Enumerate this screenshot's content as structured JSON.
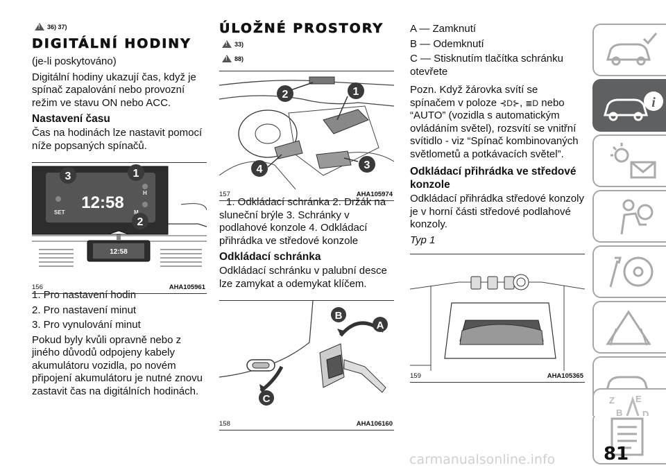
{
  "col1": {
    "refs": "36) 37)",
    "title": "DIGITÁLNÍ HODINY",
    "p1": "(je-li poskytováno)",
    "p2": "Digitální hodiny ukazují čas, když je spínač zapalování nebo provozní režim ve stavu ON nebo ACC.",
    "h_nastaveni": "Nastavení času",
    "p3": "Čas na hodinách lze nastavit pomocí níže popsaných spínačů.",
    "fig": {
      "num": "156",
      "code": "AHA105961",
      "clock_time": "12:58",
      "clock_time_small": "12:58",
      "label_set": "SET",
      "label_h": "H",
      "label_m": "M",
      "callout1": "1",
      "callout2": "2",
      "callout3": "3"
    },
    "items": [
      "1. Pro nastavení hodin",
      "2. Pro nastavení minut",
      "3. Pro vynulování minut"
    ],
    "p4": "Pokud byly kvůli opravně nebo z jiného důvodů odpojeny kabely akumulátoru vozidla, po novém připojení akumulátoru je nutné znovu zastavit čas na digitálních hodinách."
  },
  "col2": {
    "title": "ÚLOŽNÉ PROSTORY",
    "ref1": "33)",
    "ref2": "88)",
    "fig1": {
      "num": "157",
      "code": "AHA105974",
      "callouts": [
        "1",
        "2",
        "3",
        "4"
      ]
    },
    "caption_text": "1. Odkládací schránka 2. Držák na sluneční brýle 3. Schránky v podlahové konzole 4. Odkládací přihrádka ve středové konzole",
    "h_odkladaci": "Odkládací schránka",
    "p_odkladaci": "Odkládací schránku v palubní desce lze zamykat a odemykat klíčem.",
    "fig2": {
      "num": "158",
      "code": "AHA106160",
      "callouts": [
        "A",
        "B",
        "C"
      ]
    }
  },
  "col3": {
    "items": [
      "A — Zamknutí",
      "B — Odemknutí",
      "C — Stisknutím tlačítka schránku otevřete"
    ],
    "note_a": "Pozn. Když žárovka svítí se spínačem v poloze",
    "note_b": ",",
    "note_c": "nebo “AUTO” (vozidla s automatickým ovládáním světel), rozsvítí se vnitřní svítidlo - viz “Spínač kombinovaných světlometů a potkávacích světel”.",
    "h_prihradka": "Odkládací přihrádka ve středové konzole",
    "p_prihradka": "Odkládací přihrádka středové konzoly je v horní části středové podlahové konzoly.",
    "typ": "Typ 1",
    "fig": {
      "num": "159",
      "code": "AHA105365"
    }
  },
  "page_number": "81",
  "watermark": "carmanualsonline.info",
  "sidebar_icons": [
    "car-check-icon",
    "car-info-icon",
    "lights-mail-icon",
    "person-airbag-icon",
    "steering-wrench-icon",
    "warning-road-icon",
    "car-wrench-icon",
    "list-icon",
    "alphabet-index-icon"
  ],
  "colors": {
    "active_tab": "#5f6061",
    "tab_border": "#a7a7a7",
    "callout": "#3a3a3a"
  }
}
